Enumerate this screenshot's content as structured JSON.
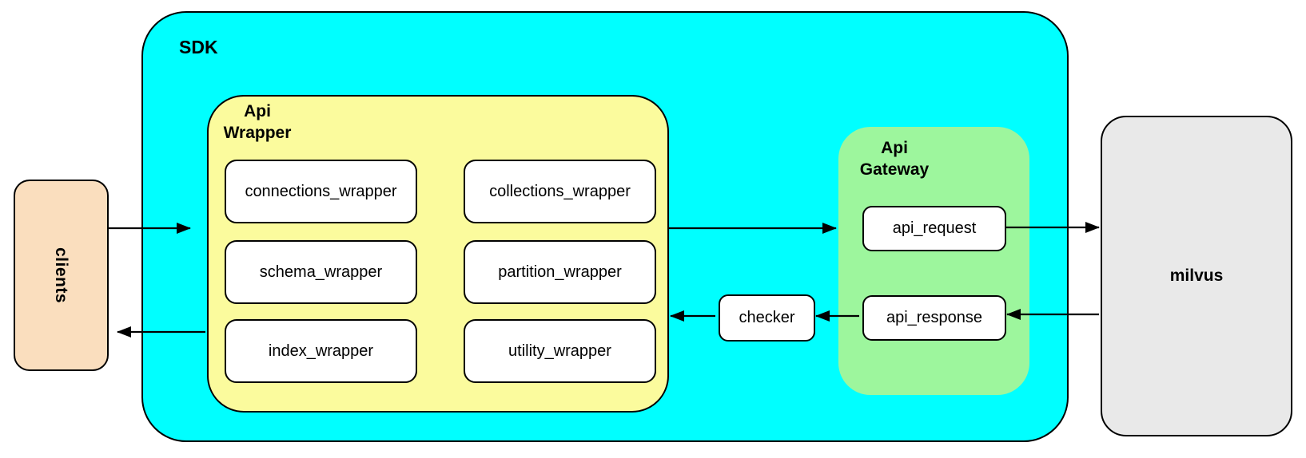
{
  "nodes": {
    "clients": {
      "label": "clients"
    },
    "sdk": {
      "label": "SDK"
    },
    "api_wrapper": {
      "title_line1": "Api",
      "title_line2": "Wrapper",
      "modules": [
        "connections_wrapper",
        "collections_wrapper",
        "schema_wrapper",
        "partition_wrapper",
        "index_wrapper",
        "utility_wrapper"
      ]
    },
    "checker": {
      "label": "checker"
    },
    "api_gateway": {
      "title_line1": "Api",
      "title_line2": "Gateway",
      "request_label": "api_request",
      "response_label": "api_response"
    },
    "milvus": {
      "label": "milvus"
    }
  },
  "connections": [
    {
      "from": "clients",
      "to": "sdk.api_wrapper",
      "direction": "right"
    },
    {
      "from": "sdk.api_wrapper",
      "to": "api_gateway.api_request",
      "direction": "right"
    },
    {
      "from": "api_gateway.api_request",
      "to": "milvus",
      "direction": "right"
    },
    {
      "from": "milvus",
      "to": "api_gateway.api_response",
      "direction": "left"
    },
    {
      "from": "api_gateway.api_response",
      "to": "checker",
      "direction": "left"
    },
    {
      "from": "checker",
      "to": "sdk.api_wrapper",
      "direction": "left"
    },
    {
      "from": "sdk.api_wrapper",
      "to": "clients",
      "direction": "left"
    }
  ],
  "colors": {
    "background": "#ffffff",
    "sdk_fill": "#00ffff",
    "api_wrapper_fill": "#fbfb9d",
    "api_gateway_fill": "#9df69d",
    "clients_fill": "#fadebe",
    "milvus_fill": "#e9e9e9",
    "node_fill": "#ffffff",
    "border": "#000000"
  }
}
